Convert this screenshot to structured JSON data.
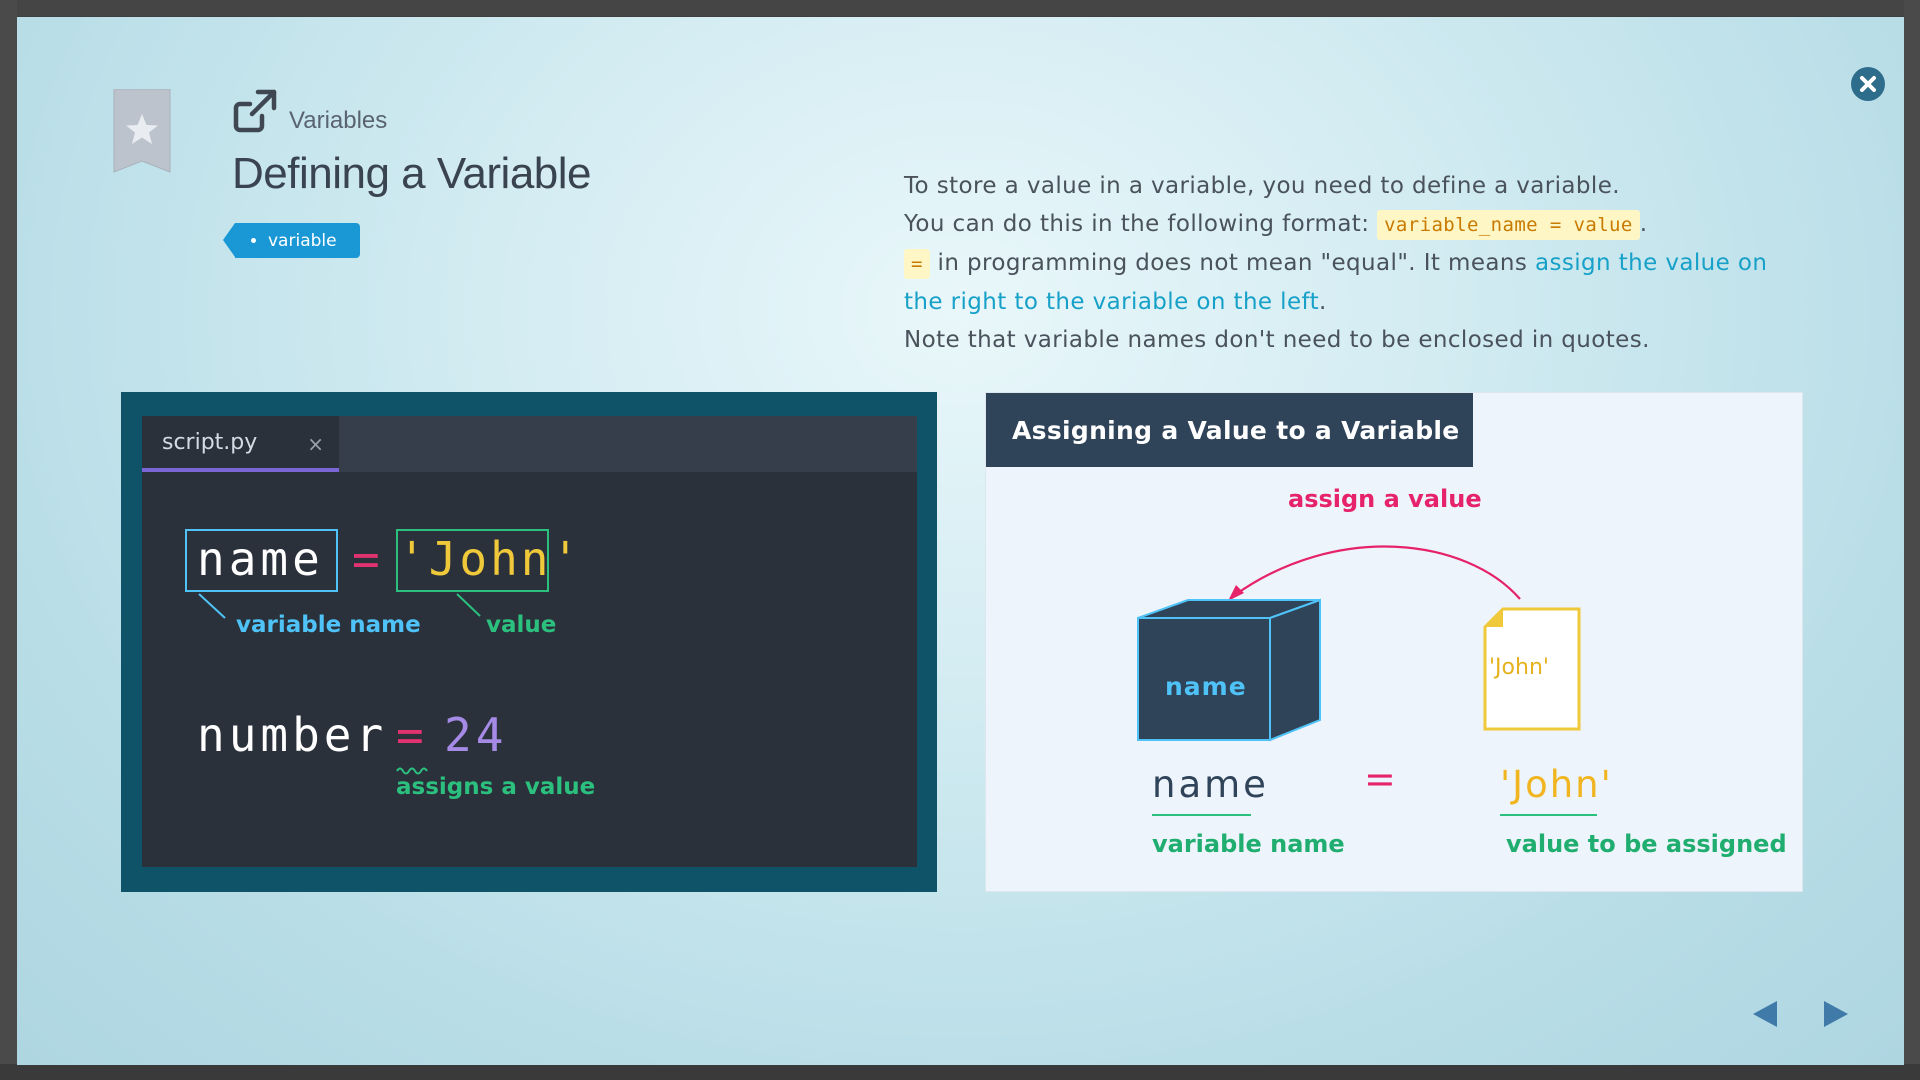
{
  "topic": {
    "label": "Variables"
  },
  "lesson": {
    "title": "Defining a Variable",
    "tag": "variable"
  },
  "description": {
    "l1": "To store a value in a variable, you need to define a variable.",
    "l2_pre": "You can do this in the following format: ",
    "l2_code": "variable_name = value",
    "l2_post": ".",
    "l3_code": "=",
    "l3_mid": " in programming does not mean \"equal\". It means ",
    "l3_hl": "assign the value on",
    "l4_hl": "the right to the variable on the left",
    "l4_post": ".",
    "l5": "Note that variable names don't need to be enclosed in quotes."
  },
  "code": {
    "tab_label": "script.py",
    "tab_close": "×",
    "line1_name": "name",
    "line1_eq": "=",
    "line1_value": "'John'",
    "ann_variable_name": "variable name",
    "ann_value": "value",
    "line2_name": "number",
    "line2_eq": "=",
    "line2_value": "24",
    "ann_assigns": "assigns a value"
  },
  "diagram": {
    "title": "Assigning a Value to a Variable",
    "assign_label": "assign a value",
    "box_label": "name",
    "doc_label": "'John'",
    "eq_name": "name",
    "eq_sign": "=",
    "eq_value": "'John'",
    "label_variable": "variable name",
    "label_value": "value to be assigned"
  },
  "colors": {
    "accent_blue": "#1a98d6",
    "highlight": "#17a0c8",
    "code_pink": "#e0336f",
    "code_yellow": "#f0c93a",
    "code_green": "#2cc07f",
    "code_blue": "#4fc3f7",
    "code_purple": "#a58ae6"
  },
  "icons": {
    "close": "close-icon",
    "bookmark": "bookmark-star-icon",
    "external": "external-link-icon",
    "prev": "prev-arrow-icon",
    "next": "next-arrow-icon"
  }
}
